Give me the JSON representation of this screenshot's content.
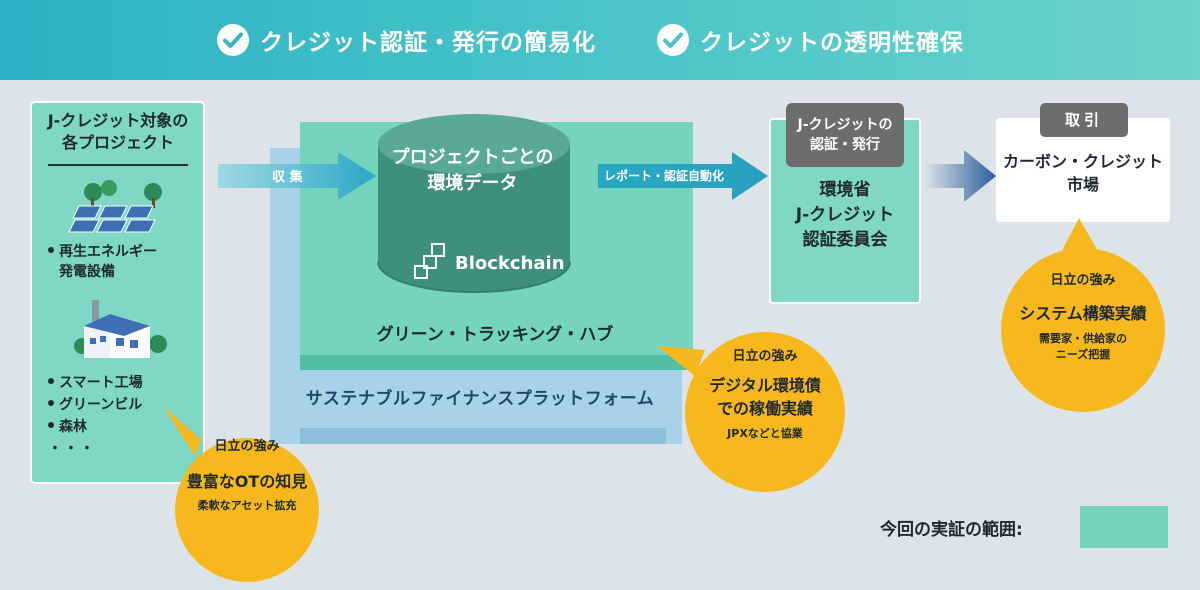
{
  "header": {
    "items": [
      {
        "icon": "check-circle-icon",
        "label": "クレジット認証・発行の簡易化"
      },
      {
        "icon": "check-circle-icon",
        "label": "クレジットの透明性確保"
      }
    ]
  },
  "projects": {
    "title_line1": "J-クレジット対象の",
    "title_line2": "各プロジェクト",
    "group1": [
      "再生エネルギー",
      "発電設備"
    ],
    "group2": [
      "スマート工場",
      "グリーンビル",
      "森林"
    ],
    "ellipsis": "・・・"
  },
  "flow": {
    "collect_label": "収 集",
    "report_label": "レポート・認証自動化"
  },
  "platform": {
    "cylinder_line1": "プロジェクトごとの",
    "cylinder_line2": "環境データ",
    "blockchain_label": "Blockchain",
    "hub_label": "グリーン・トラッキング・ハブ",
    "finance_label": "サステナブルファイナンスプラットフォーム"
  },
  "jcredit": {
    "tag_line1": "J-クレジットの",
    "tag_line2": "認証・発行",
    "body_line1": "環境省",
    "body_line2": "J-クレジット",
    "body_line3": "認証委員会"
  },
  "market": {
    "tag": "取引",
    "line1": "カーボン・クレジット",
    "line2": "市場"
  },
  "strengths": [
    {
      "heading": "日立の強み",
      "main": [
        "豊富なOTの知見"
      ],
      "sub": [
        "柔軟なアセット拡充"
      ]
    },
    {
      "heading": "日立の強み",
      "main": [
        "デジタル環境債",
        "での稼働実績"
      ],
      "sub": [
        "JPXなどと協業"
      ]
    },
    {
      "heading": "日立の強み",
      "main": [
        "システム構築実績"
      ],
      "sub": [
        "需要家・供給家の",
        "ニーズ把握"
      ]
    }
  ],
  "legend": {
    "label": "今回の実証の範囲:",
    "color": "#74d4bc"
  },
  "colors": {
    "header": "#3dbdc7",
    "scope_green": "#74d4bc",
    "project_green": "#7fd7c5",
    "platform_blue": "#a8d2e8",
    "cylinder": "#3f8f80",
    "bubble_yellow": "#f7b81e",
    "tag_gray": "#6d6d6d"
  }
}
